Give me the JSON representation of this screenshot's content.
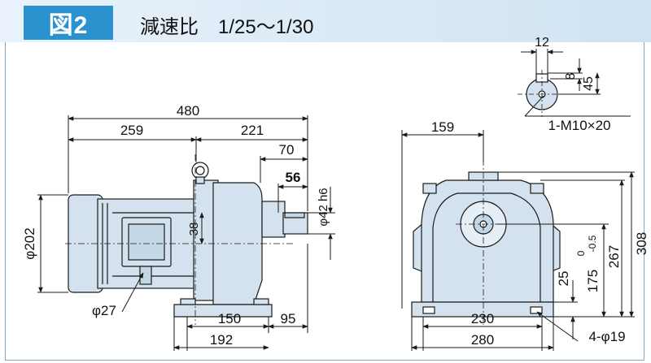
{
  "header": {
    "figure_label": "図2",
    "title": "減速比　1/25～1/30"
  },
  "dimensions": {
    "overall_length": "480",
    "motor_length": "259",
    "gear_length": "221",
    "shaft_length": "70",
    "key_length": "56",
    "shaft_diameter": "φ42 h6",
    "motor_diameter": "φ202",
    "center_offset": "38",
    "cable_diameter": "φ27",
    "foot_span_front": "150",
    "foot_length": "192",
    "foot_to_shaft": "95",
    "top_offset": "159",
    "total_height": "308",
    "height_to_top": "267",
    "shaft_height": "175",
    "shaft_tol_upper": "0",
    "shaft_tol_lower": "-0.5",
    "base_thickness": "25",
    "bolt_span": "230",
    "base_width": "280",
    "mount_holes": "4-φ19",
    "key_width": "12",
    "key_depth": "8",
    "shaft_key_height": "45",
    "tap_hole": "1-M10×20"
  },
  "colors": {
    "accent": "#2a93cf",
    "body_fill": "#d3e2ee",
    "line": "#1a1a1a"
  }
}
